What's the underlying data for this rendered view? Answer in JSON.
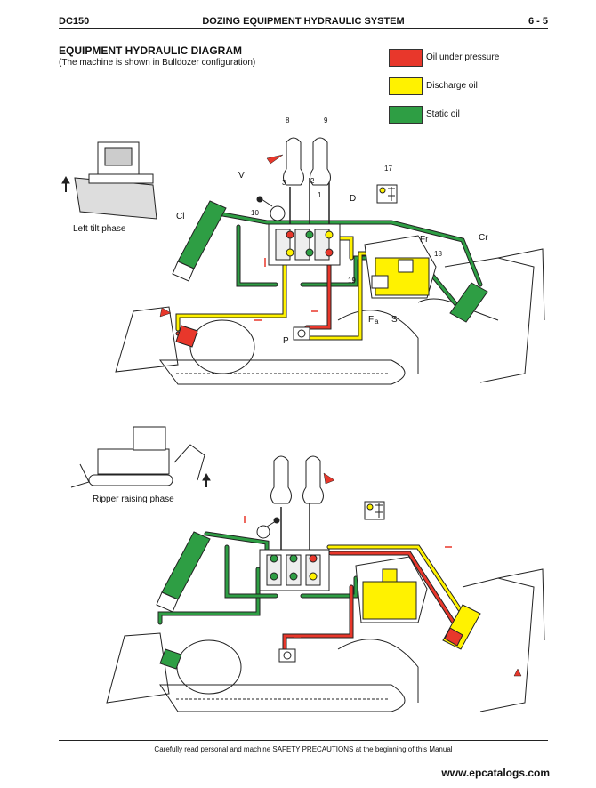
{
  "header": {
    "left": "DC150",
    "center": "DOZING EQUIPMENT HYDRAULIC SYSTEM",
    "right": "6 - 5"
  },
  "title": "EQUIPMENT HYDRAULIC DIAGRAM",
  "subtitle": "(The machine is shown in Bulldozer configuration)",
  "legend": [
    {
      "label": "Oil under pressure",
      "color": "#e8372b"
    },
    {
      "label": "Discharge oil",
      "color": "#fff200"
    },
    {
      "label": "Static oil",
      "color": "#2e9e44"
    }
  ],
  "phases": {
    "top": "Left tilt phase",
    "bottom": "Ripper raising phase"
  },
  "callouts": {
    "n8": "8",
    "n9": "9",
    "n17": "17",
    "n3": "3",
    "n2": "2",
    "n1": "1",
    "v": "V",
    "d": "D",
    "cl": "Cl",
    "n10": "10",
    "fr": "Fr",
    "cr": "Cr",
    "n18": "18",
    "n19": "19",
    "fa": "F",
    "fa_sub": "a",
    "s": "S",
    "p": "P"
  },
  "footer": "Carefully read personal and machine SAFETY PRECAUTIONS at the beginning of this Manual",
  "website": "www.epcatalogs.com"
}
